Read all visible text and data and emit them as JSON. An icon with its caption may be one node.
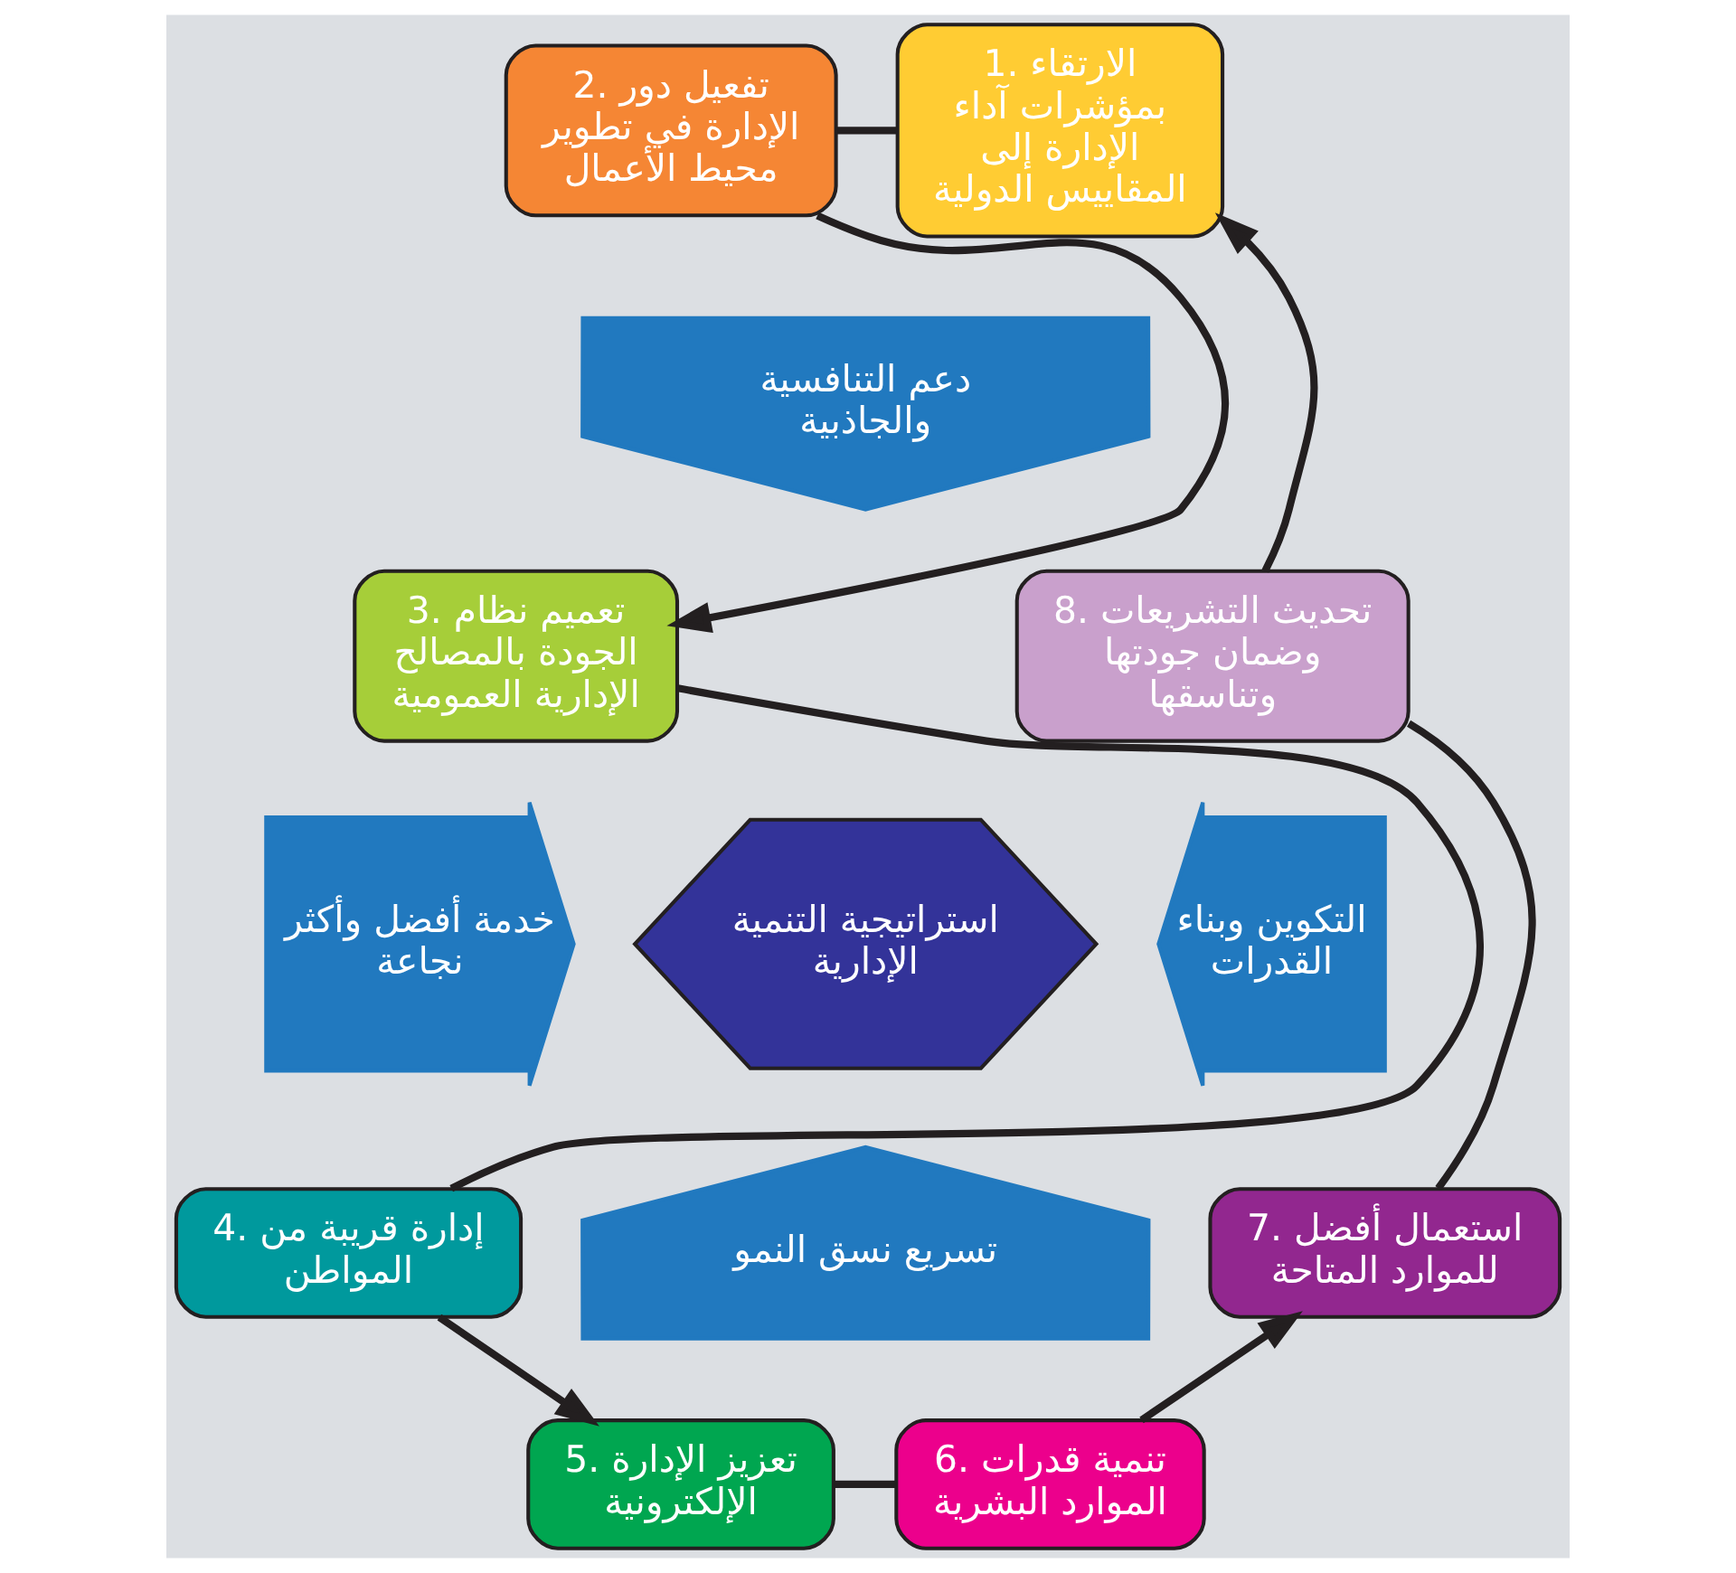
{
  "diagram": {
    "nodes": [
      {
        "text": [
          "1. الارتقاء بمؤشرات آداء الإدارة إلى المقاييس الدولية"
        ]
      },
      {
        "text": [
          "2. تفعيل دور الإدارة في تطوير محيط الأعمال"
        ]
      },
      {
        "text": [
          "3. تعميم نظام الجودة بالمصالح الإدارية العمومية"
        ]
      },
      {
        "text": [
          "4. إدارة قريبة من المواطن"
        ]
      },
      {
        "text": [
          "5. تعزيز الإدارة الإلكترونية"
        ]
      },
      {
        "text": [
          "6. تنمية قدرات الموارد البشرية"
        ]
      },
      {
        "text": [
          "7. استعمال أفضل للموارد المتاحة"
        ]
      },
      {
        "text": [
          "8. تحديث التشريعات وضمان جودتها وتناسقها"
        ]
      },
      {
        "text": [
          "دعم التنافسية والجاذبية"
        ]
      },
      {
        "text": [
          "خدمة أفضل وأكثر نجاعة"
        ]
      },
      {
        "text": [
          "استراتيجية التنمية الإدارية"
        ]
      },
      {
        "text": [
          "التكوين وبناء القدرات"
        ]
      },
      {
        "text": [
          "تسريع نسق النمو"
        ]
      }
    ],
    "edges": [
      {
        "from": 0,
        "to": 1,
        "arrow": "none"
      },
      {
        "from": 1,
        "to": 2,
        "arrow": "to"
      },
      {
        "from": 2,
        "to": 3,
        "arrow": "none"
      },
      {
        "from": 3,
        "to": 4,
        "arrow": "to"
      },
      {
        "from": 4,
        "to": 5,
        "arrow": "none"
      },
      {
        "from": 5,
        "to": 6,
        "arrow": "to"
      },
      {
        "from": 6,
        "to": 7,
        "arrow": "none"
      },
      {
        "from": 7,
        "to": 0,
        "arrow": "to"
      }
    ]
  }
}
